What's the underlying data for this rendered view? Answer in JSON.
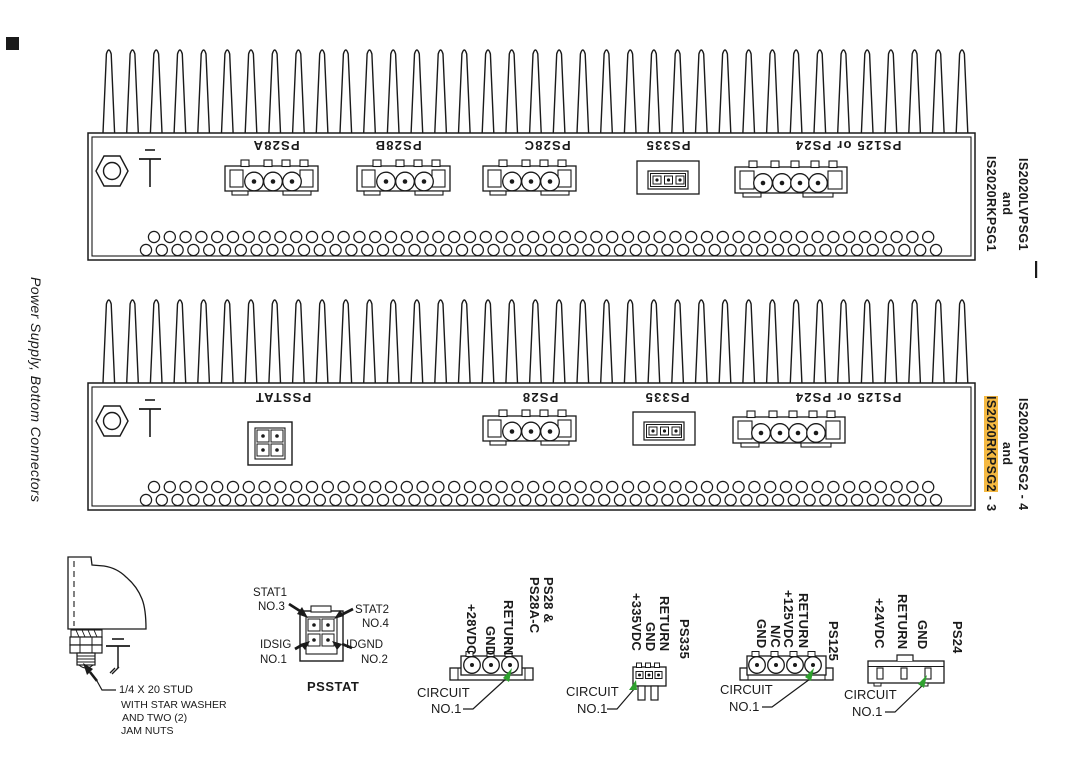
{
  "page": {
    "side_caption": "Power Supply, Bottom Connectors"
  },
  "units": {
    "unit1": {
      "id_label": {
        "line1": "IS2020LVPSG1",
        "line2": "and",
        "line3": "IS2020RKPSG1"
      },
      "connector_labels": {
        "ps28a": "PS28A",
        "ps28b": "PS28B",
        "ps28c": "PS28C",
        "ps335": "PS335",
        "ps125": "PS125 or PS24"
      }
    },
    "unit2": {
      "id_label": {
        "line1": "IS2020LVPSG2 - 4",
        "line2": "and",
        "line3_highlighted": "IS2020RKPSG2",
        "line3_suffix": " - 3"
      },
      "connector_labels": {
        "psstat": "PSSTAT",
        "ps28": "PS28",
        "ps335": "PS335",
        "ps125": "PS125 or PS24"
      }
    }
  },
  "details": {
    "stud_note": {
      "line1": "1/4 X 20 STUD",
      "line2": "WITH STAR WASHER",
      "line3": "AND TWO (2)",
      "line4": "JAM NUTS"
    },
    "psstat": {
      "title": "PSSTAT",
      "pin_top_left": {
        "name": "STAT1",
        "num": "NO.3"
      },
      "pin_top_right": {
        "name": "STAT2",
        "num": "NO.4"
      },
      "pin_bottom_left": {
        "name": "IDSIG",
        "num": "NO.1"
      },
      "pin_bottom_right": {
        "name": "IDGND",
        "num": "NO.2"
      }
    },
    "ps28": {
      "title_line1": "PS28 &",
      "title_line2": "PS28A-C",
      "pin1": "+28VDC",
      "pin2": "GND",
      "pin3": "RETURN",
      "circuit_line1": "CIRCUIT",
      "circuit_line2": "NO.1"
    },
    "ps335": {
      "title": "PS335",
      "pin1": "+335VDC",
      "pin2": "GND",
      "pin3": "RETURN",
      "circuit_line1": "CIRCUIT",
      "circuit_line2": "NO.1"
    },
    "ps125": {
      "title": "PS125",
      "pin1": "GND",
      "pin2": "N/C",
      "pin3": "+125VDC",
      "pin4": "RETURN",
      "circuit_line1": "CIRCUIT",
      "circuit_line2": "NO.1"
    },
    "ps24": {
      "title": "PS24",
      "pin1": "+24VDC",
      "pin2": "RETURN",
      "pin3": "GND",
      "circuit_line1": "CIRCUIT",
      "circuit_line2": "NO.1"
    }
  },
  "colors": {
    "ink": "#1a1a1a",
    "highlight": "#F5B942",
    "arrow_green": "#2EA12E"
  }
}
